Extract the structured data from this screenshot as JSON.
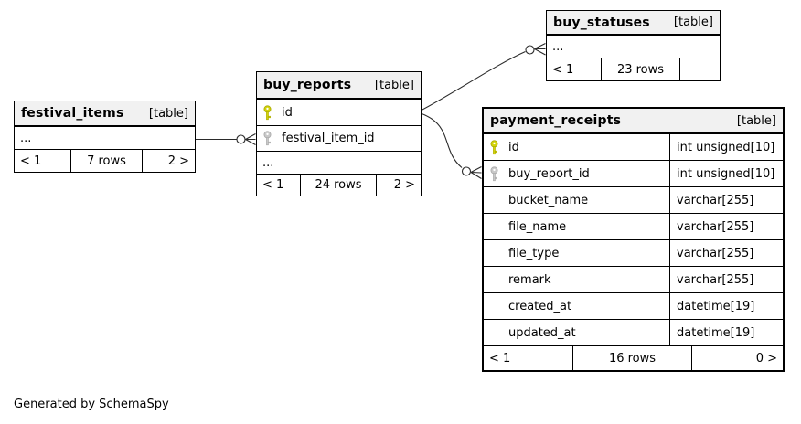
{
  "diagram": {
    "caption": "Generated by SchemaSpy",
    "colors": {
      "primary_key": "#d4d40a",
      "foreign_key": "#c9c9c9",
      "header_bg": "#f1f1f1",
      "border": "#000000",
      "edge": "#2a2a2a"
    }
  },
  "tables": {
    "festival_items": {
      "name": "festival_items",
      "tag": "[table]",
      "ellipsis": "...",
      "footer": {
        "first": "< 1",
        "rows": "7 rows",
        "last": "2 >"
      }
    },
    "buy_reports": {
      "name": "buy_reports",
      "tag": "[table]",
      "columns": [
        {
          "name": "id",
          "key": "primary"
        },
        {
          "name": "festival_item_id",
          "key": "foreign"
        }
      ],
      "ellipsis": "...",
      "footer": {
        "first": "< 1",
        "rows": "24 rows",
        "last": "2 >"
      }
    },
    "buy_statuses": {
      "name": "buy_statuses",
      "tag": "[table]",
      "ellipsis": "...",
      "footer": {
        "first": "< 1",
        "rows": "23 rows",
        "last": ""
      }
    },
    "payment_receipts": {
      "name": "payment_receipts",
      "tag": "[table]",
      "columns": [
        {
          "name": "id",
          "type": "int unsigned[10]",
          "key": "primary"
        },
        {
          "name": "buy_report_id",
          "type": "int unsigned[10]",
          "key": "foreign"
        },
        {
          "name": "bucket_name",
          "type": "varchar[255]"
        },
        {
          "name": "file_name",
          "type": "varchar[255]"
        },
        {
          "name": "file_type",
          "type": "varchar[255]"
        },
        {
          "name": "remark",
          "type": "varchar[255]"
        },
        {
          "name": "created_at",
          "type": "datetime[19]"
        },
        {
          "name": "updated_at",
          "type": "datetime[19]"
        }
      ],
      "footer": {
        "first": "< 1",
        "rows": "16 rows",
        "last": "0 >"
      }
    }
  },
  "relationships": [
    {
      "endpoints": [
        "festival_items",
        "buy_reports.festival_item_id"
      ],
      "crow_foot_at": "buy_reports"
    },
    {
      "endpoints": [
        "buy_reports.id",
        "buy_statuses"
      ],
      "crow_foot_at": "buy_statuses"
    },
    {
      "endpoints": [
        "buy_reports.id",
        "payment_receipts.buy_report_id"
      ],
      "crow_foot_at": "payment_receipts"
    }
  ]
}
